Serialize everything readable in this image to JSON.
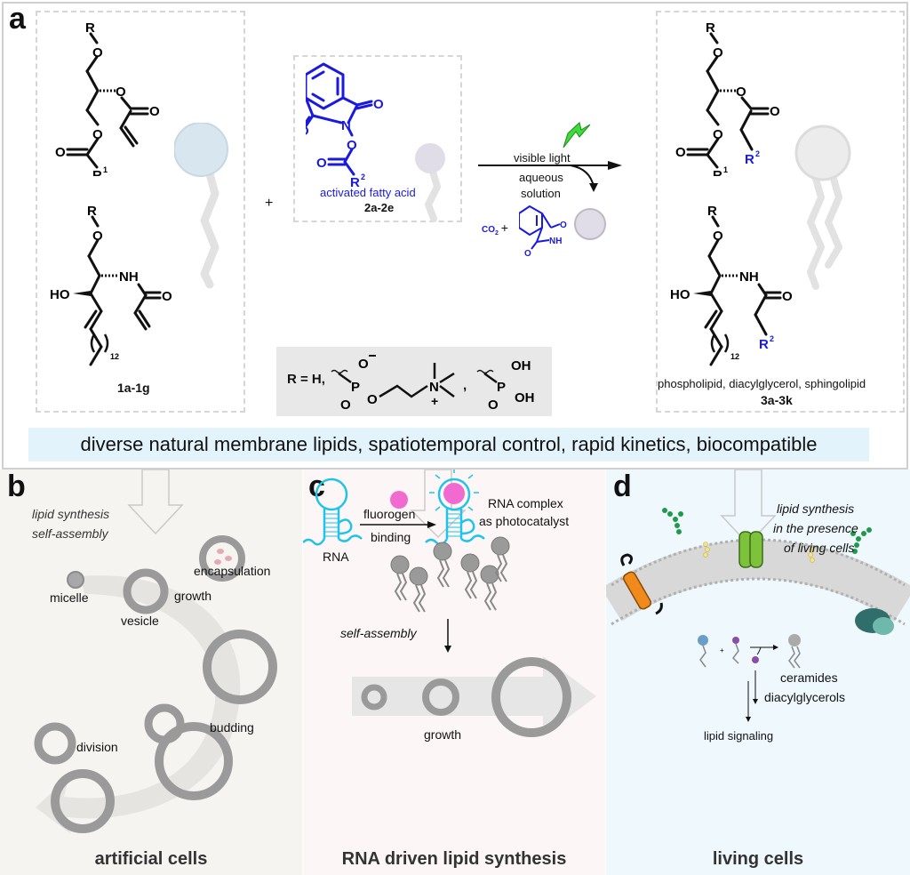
{
  "panel_a": {
    "letter": "a",
    "plus": "+",
    "reactants_label": "1a-1g",
    "reactant_glycerol": {
      "R": "R",
      "O1": "O",
      "O2": "O",
      "O3": "O",
      "O4": "O",
      "O5": "O",
      "R1": "R",
      "R1_sup": "1"
    },
    "reactant_sphingo": {
      "R": "R",
      "O": "O",
      "NH": "NH",
      "HO": "HO",
      "O_carbonyl": "O",
      "n": "12"
    },
    "activated_acid": {
      "name": "activated fatty acid",
      "label": "2a-2e",
      "N": "N",
      "O": "O",
      "R2": "R",
      "R2_sup": "2"
    },
    "conditions": {
      "above": "visible light",
      "below_line1": "aqueous",
      "below_line2": "solution"
    },
    "byproduct": {
      "co2": "CO",
      "co2_sub": "2",
      "plus": "+",
      "NH": "NH",
      "O": "O"
    },
    "r_group": {
      "prefix": "R = H,",
      "separator": ",",
      "options": [
        "phosphocholine",
        "phosphate"
      ],
      "O_minus": "O",
      "P": "P",
      "O": "O",
      "N": "N",
      "OH": "OH"
    },
    "products_caption": "phospholipid, diacylglycerol, sphingolipid",
    "products_label": "3a-3k",
    "product_glycerol": {
      "R": "R",
      "R1": "R",
      "R1_sup": "1",
      "R2": "R",
      "R2_sup": "2",
      "O": "O"
    },
    "product_sphingo": {
      "R": "R",
      "NH": "NH",
      "HO": "HO",
      "O": "O",
      "n": "12",
      "R2": "R",
      "R2_sup": "2"
    },
    "icons": [
      "lightning-icon",
      "lipid-single-chain-icon",
      "lipid-double-chain-icon"
    ]
  },
  "banner": "diverse natural membrane lipids, spatiotemporal control, rapid kinetics, biocompatible",
  "panel_b": {
    "letter": "b",
    "caption_line1": "lipid synthesis",
    "caption_line2": "self-assembly",
    "labels": {
      "micelle": "micelle",
      "vesicle": "vesicle",
      "growth": "growth",
      "encapsulation": "encapsulation",
      "budding": "budding",
      "division": "division"
    },
    "title": "artificial cells"
  },
  "panel_c": {
    "letter": "c",
    "rna": "RNA",
    "fluorogen": "fluorogen",
    "binding": "binding",
    "complex_line1": "RNA complex",
    "complex_line2": "as photocatalyst",
    "self_assembly": "self-assembly",
    "growth": "growth",
    "title": "RNA driven lipid synthesis",
    "colors": {
      "rna": "#21c4e8",
      "fluorogen": "#f06ad0"
    }
  },
  "panel_d": {
    "letter": "d",
    "caption_line1": "lipid synthesis",
    "caption_line2": "in the presence",
    "caption_line3": "of living cells",
    "plus": "+",
    "ceramides": "ceramides",
    "diacylglycerols": "diacylglycerols",
    "signaling": "lipid signaling",
    "title": "living cells"
  },
  "colors": {
    "blue_chem": "#1a1adf",
    "banner_bg": "#e3f3fb",
    "panel_b_bg": "#f6f4f0",
    "panel_c_bg": "#fcf6f6",
    "panel_d_bg": "#eef8fd",
    "lightning": "#3ddc3a"
  }
}
